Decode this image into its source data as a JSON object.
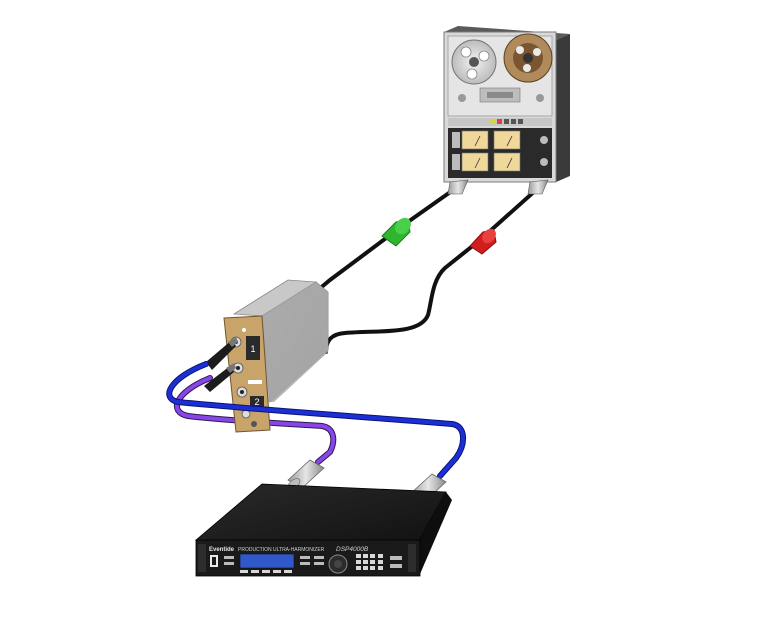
{
  "colors": {
    "cable_black": "#1a1a1a",
    "cable_blue": "#1c2fd6",
    "cable_purple": "#7a3ad8",
    "ferrite_green": "#2fb52f",
    "ferrite_red": "#d31c1c",
    "module_face": "#c9a46a",
    "module_box": "#9a9a9a",
    "rack_unit": "#1d1d1d",
    "deck_face": "#d9d9d9",
    "lcd": "#2f58c8"
  },
  "icons": {
    "tape_reels": "reel-icon",
    "xlr_connector": "xlr-connector-icon",
    "ferrite_bead": "ferrite-bead-icon",
    "jack_plug": "jack-plug-icon"
  },
  "module": {
    "ch1": "1",
    "ch2": "2"
  },
  "rack_unit": {
    "brand": "Eventide",
    "title": "PRODUCTION ULTRA-HARMONIZER",
    "model": "DSP4000B"
  }
}
